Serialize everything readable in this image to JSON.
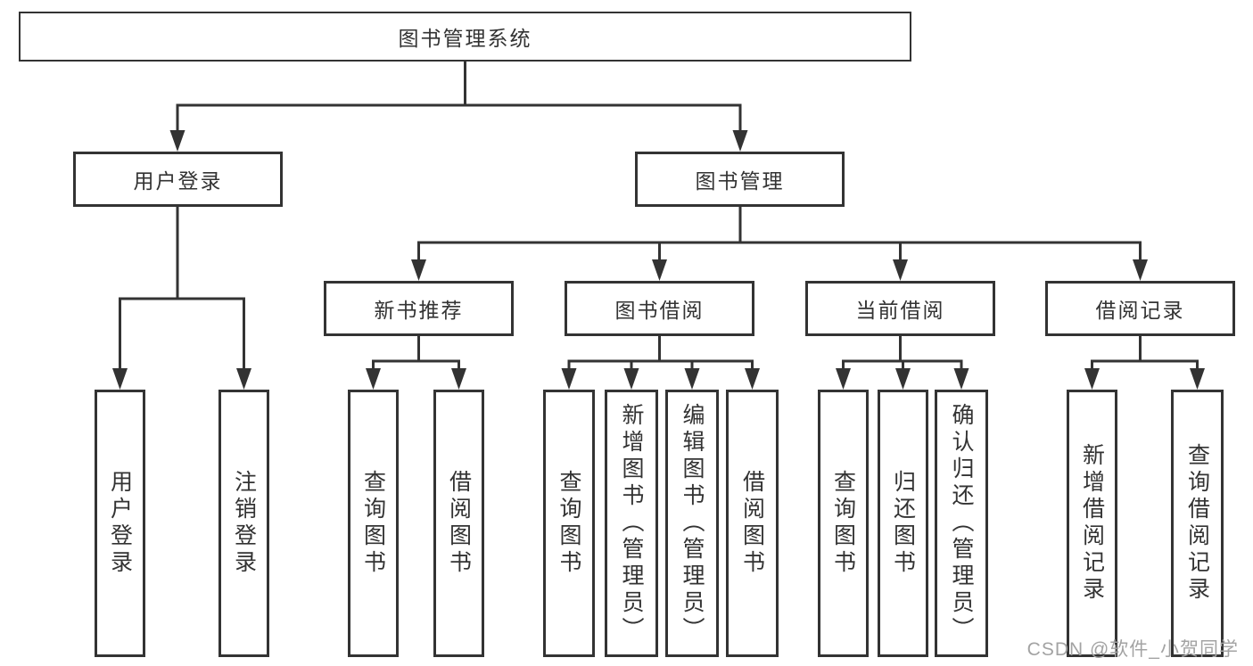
{
  "colors": {
    "line": "#333333",
    "text": "#333333",
    "watermark": "#a3a3a3",
    "background": "#ffffff"
  },
  "watermark": "CSDN @软件_小贺同学",
  "tree": {
    "label": "图书管理系统",
    "children": [
      {
        "label": "用户登录",
        "children": [
          {
            "label": "用户登录"
          },
          {
            "label": "注销登录"
          }
        ]
      },
      {
        "label": "图书管理",
        "children": [
          {
            "label": "新书推荐",
            "children": [
              {
                "label": "查询图书"
              },
              {
                "label": "借阅图书"
              }
            ]
          },
          {
            "label": "图书借阅",
            "children": [
              {
                "label": "查询图书"
              },
              {
                "label": "新增图书（管理员）"
              },
              {
                "label": "编辑图书（管理员）"
              },
              {
                "label": "借阅图书"
              }
            ]
          },
          {
            "label": "当前借阅",
            "children": [
              {
                "label": "查询图书"
              },
              {
                "label": "归还图书"
              },
              {
                "label": "确认归还（管理员）"
              }
            ]
          },
          {
            "label": "借阅记录",
            "children": [
              {
                "label": "新增借阅记录"
              },
              {
                "label": "查询借阅记录"
              }
            ]
          }
        ]
      }
    ]
  }
}
